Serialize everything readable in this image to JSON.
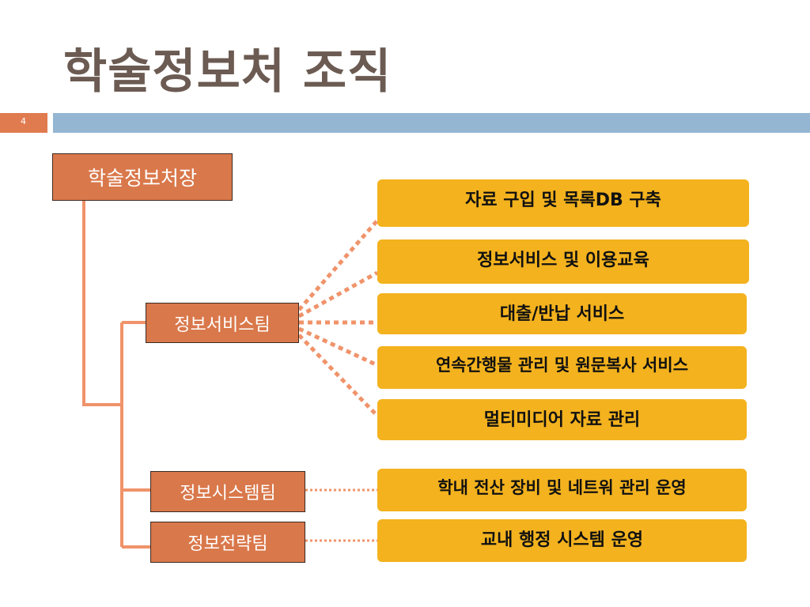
{
  "slide": {
    "title": "학술정보처 조직",
    "number": "4"
  },
  "org": {
    "head": "학술정보처장",
    "teams": [
      {
        "name": "정보서비스팀",
        "tasks": [
          "자료 구입 및 목록DB 구축",
          "정보서비스 및 이용교육",
          "대출/반납 서비스",
          "연속간행물 관리 및 원문복사 서비스",
          "멀티미디어 자료 관리"
        ]
      },
      {
        "name": "정보시스템팀",
        "tasks": [
          "학내 전산 장비 및 네트워 관리 운영"
        ]
      },
      {
        "name": "정보전략팀",
        "tasks": [
          "교내 행정 시스템 운영"
        ]
      }
    ]
  },
  "colors": {
    "title": "#6b5b52",
    "node_fill": "#d9784b",
    "task_fill": "#f3b21e",
    "connector": "#f0936a",
    "title_bar": "#94b6d2",
    "slide_number_box": "#e07b4f"
  }
}
